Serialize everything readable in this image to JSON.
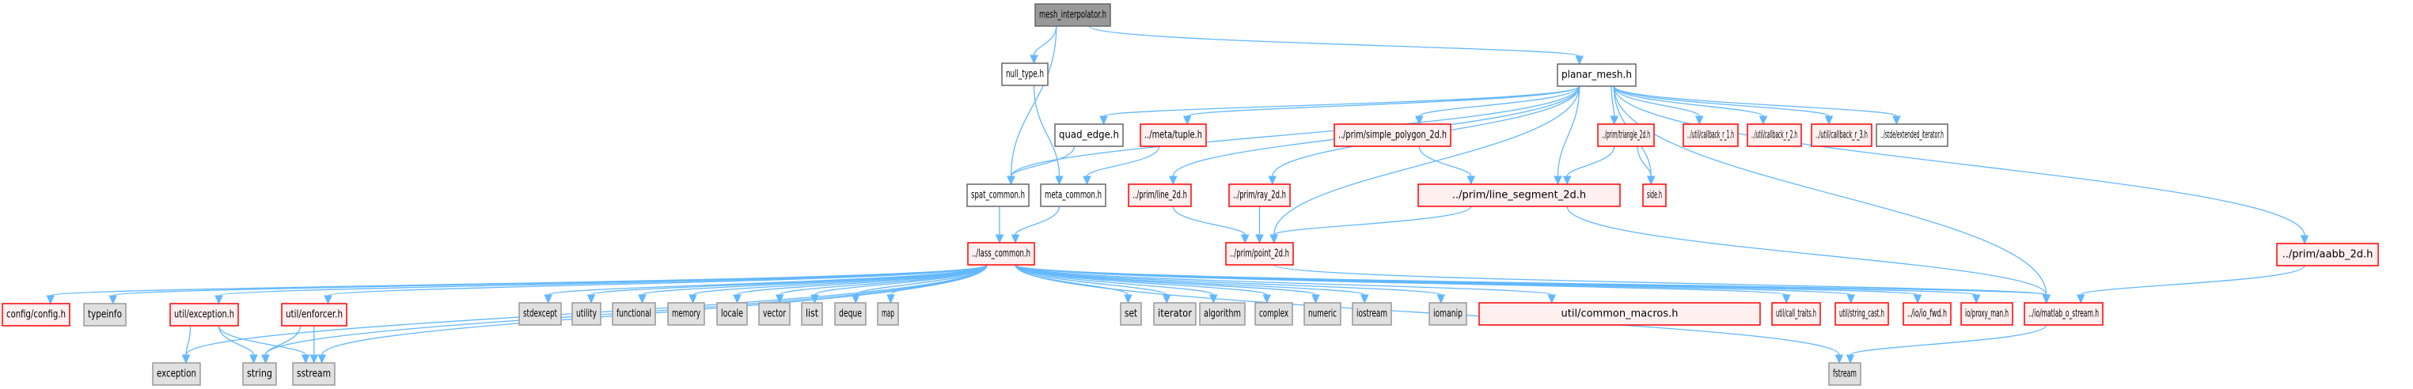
{
  "title": "mesh_interpolator.h include dependency graph",
  "colors": {
    "edge": "#63b8ff",
    "root_fill": "#999999",
    "root_stroke": "#666666",
    "local_fill": "#ffffff",
    "local_stroke": "#666666",
    "missing_fill": "#fff0f0",
    "missing_stroke": "#ff0000",
    "system_fill": "#e0e0e0",
    "system_stroke": "#999999"
  },
  "nodes": [
    {
      "id": "mesh_interpolator",
      "label": "mesh_interpolator.h",
      "kind": "root"
    },
    {
      "id": "null_type",
      "label": "null_type.h",
      "kind": "local"
    },
    {
      "id": "planar_mesh",
      "label": "planar_mesh.h",
      "kind": "local"
    },
    {
      "id": "quad_edge",
      "label": "quad_edge.h",
      "kind": "local"
    },
    {
      "id": "meta_tuple",
      "label": "../meta/tuple.h",
      "kind": "missing"
    },
    {
      "id": "simple_polygon_2d",
      "label": "../prim/simple_polygon_2d.h",
      "kind": "missing"
    },
    {
      "id": "triangle_2d",
      "label": "../prim/triangle_2d.h",
      "kind": "missing"
    },
    {
      "id": "callback_r_1",
      "label": "../util/callback_r_1.h",
      "kind": "missing"
    },
    {
      "id": "callback_r_2",
      "label": "../util/callback_r_2.h",
      "kind": "missing"
    },
    {
      "id": "callback_r_3",
      "label": "../util/callback_r_3.h",
      "kind": "missing"
    },
    {
      "id": "extended_iterator",
      "label": "../stde/extended_iterator.h",
      "kind": "local"
    },
    {
      "id": "spat_common",
      "label": "spat_common.h",
      "kind": "local"
    },
    {
      "id": "meta_common",
      "label": "meta_common.h",
      "kind": "local"
    },
    {
      "id": "line_2d",
      "label": "../prim/line_2d.h",
      "kind": "missing"
    },
    {
      "id": "ray_2d",
      "label": "../prim/ray_2d.h",
      "kind": "missing"
    },
    {
      "id": "line_segment_2d",
      "label": "../prim/line_segment_2d.h",
      "kind": "missing"
    },
    {
      "id": "side",
      "label": "side.h",
      "kind": "missing"
    },
    {
      "id": "aabb_2d",
      "label": "../prim/aabb_2d.h",
      "kind": "missing"
    },
    {
      "id": "lass_common",
      "label": "../lass_common.h",
      "kind": "missing"
    },
    {
      "id": "point_2d",
      "label": "../prim/point_2d.h",
      "kind": "missing"
    },
    {
      "id": "config",
      "label": "config/config.h",
      "kind": "missing"
    },
    {
      "id": "typeinfo",
      "label": "typeinfo",
      "kind": "system"
    },
    {
      "id": "util_exception",
      "label": "util/exception.h",
      "kind": "missing"
    },
    {
      "id": "util_enforcer",
      "label": "util/enforcer.h",
      "kind": "missing"
    },
    {
      "id": "stdexcept",
      "label": "stdexcept",
      "kind": "system"
    },
    {
      "id": "utility",
      "label": "utility",
      "kind": "system"
    },
    {
      "id": "functional",
      "label": "functional",
      "kind": "system"
    },
    {
      "id": "memory",
      "label": "memory",
      "kind": "system"
    },
    {
      "id": "locale",
      "label": "locale",
      "kind": "system"
    },
    {
      "id": "vector",
      "label": "vector",
      "kind": "system"
    },
    {
      "id": "list",
      "label": "list",
      "kind": "system"
    },
    {
      "id": "deque",
      "label": "deque",
      "kind": "system"
    },
    {
      "id": "map",
      "label": "map",
      "kind": "system"
    },
    {
      "id": "set",
      "label": "set",
      "kind": "system"
    },
    {
      "id": "iterator",
      "label": "iterator",
      "kind": "system"
    },
    {
      "id": "algorithm",
      "label": "algorithm",
      "kind": "system"
    },
    {
      "id": "complex",
      "label": "complex",
      "kind": "system"
    },
    {
      "id": "numeric",
      "label": "numeric",
      "kind": "system"
    },
    {
      "id": "iostream",
      "label": "iostream",
      "kind": "system"
    },
    {
      "id": "iomanip",
      "label": "iomanip",
      "kind": "system"
    },
    {
      "id": "common_macros",
      "label": "util/common_macros.h",
      "kind": "missing"
    },
    {
      "id": "call_traits",
      "label": "util/call_traits.h",
      "kind": "missing"
    },
    {
      "id": "string_cast",
      "label": "util/string_cast.h",
      "kind": "missing"
    },
    {
      "id": "io_fwd",
      "label": "../io/io_fwd.h",
      "kind": "missing"
    },
    {
      "id": "proxy_man",
      "label": "io/proxy_man.h",
      "kind": "missing"
    },
    {
      "id": "matlab_o_stream",
      "label": "../io/matlab_o_stream.h",
      "kind": "missing"
    },
    {
      "id": "exception",
      "label": "exception",
      "kind": "system"
    },
    {
      "id": "string",
      "label": "string",
      "kind": "system"
    },
    {
      "id": "sstream",
      "label": "sstream",
      "kind": "system"
    },
    {
      "id": "fstream",
      "label": "fstream",
      "kind": "system"
    }
  ],
  "edges": [
    [
      "mesh_interpolator",
      "null_type"
    ],
    [
      "mesh_interpolator",
      "planar_mesh"
    ],
    [
      "mesh_interpolator",
      "spat_common"
    ],
    [
      "null_type",
      "meta_common"
    ],
    [
      "planar_mesh",
      "quad_edge"
    ],
    [
      "planar_mesh",
      "meta_tuple"
    ],
    [
      "planar_mesh",
      "simple_polygon_2d"
    ],
    [
      "planar_mesh",
      "triangle_2d"
    ],
    [
      "planar_mesh",
      "callback_r_1"
    ],
    [
      "planar_mesh",
      "callback_r_2"
    ],
    [
      "planar_mesh",
      "callback_r_3"
    ],
    [
      "planar_mesh",
      "extended_iterator"
    ],
    [
      "planar_mesh",
      "spat_common"
    ],
    [
      "planar_mesh",
      "line_2d"
    ],
    [
      "planar_mesh",
      "ray_2d"
    ],
    [
      "planar_mesh",
      "line_segment_2d"
    ],
    [
      "planar_mesh",
      "side"
    ],
    [
      "planar_mesh",
      "point_2d"
    ],
    [
      "planar_mesh",
      "aabb_2d"
    ],
    [
      "planar_mesh",
      "matlab_o_stream"
    ],
    [
      "quad_edge",
      "spat_common"
    ],
    [
      "meta_tuple",
      "meta_common"
    ],
    [
      "simple_polygon_2d",
      "line_segment_2d"
    ],
    [
      "triangle_2d",
      "line_segment_2d"
    ],
    [
      "triangle_2d",
      "side"
    ],
    [
      "spat_common",
      "lass_common"
    ],
    [
      "meta_common",
      "lass_common"
    ],
    [
      "line_2d",
      "point_2d"
    ],
    [
      "ray_2d",
      "point_2d"
    ],
    [
      "line_segment_2d",
      "point_2d"
    ],
    [
      "line_segment_2d",
      "matlab_o_stream"
    ],
    [
      "point_2d",
      "matlab_o_stream"
    ],
    [
      "aabb_2d",
      "matlab_o_stream"
    ],
    [
      "lass_common",
      "config"
    ],
    [
      "lass_common",
      "typeinfo"
    ],
    [
      "lass_common",
      "exception"
    ],
    [
      "lass_common",
      "util_exception"
    ],
    [
      "lass_common",
      "string"
    ],
    [
      "lass_common",
      "util_enforcer"
    ],
    [
      "lass_common",
      "sstream"
    ],
    [
      "lass_common",
      "stdexcept"
    ],
    [
      "lass_common",
      "utility"
    ],
    [
      "lass_common",
      "functional"
    ],
    [
      "lass_common",
      "memory"
    ],
    [
      "lass_common",
      "locale"
    ],
    [
      "lass_common",
      "vector"
    ],
    [
      "lass_common",
      "list"
    ],
    [
      "lass_common",
      "deque"
    ],
    [
      "lass_common",
      "map"
    ],
    [
      "lass_common",
      "set"
    ],
    [
      "lass_common",
      "iterator"
    ],
    [
      "lass_common",
      "algorithm"
    ],
    [
      "lass_common",
      "complex"
    ],
    [
      "lass_common",
      "numeric"
    ],
    [
      "lass_common",
      "iostream"
    ],
    [
      "lass_common",
      "iomanip"
    ],
    [
      "lass_common",
      "common_macros"
    ],
    [
      "lass_common",
      "call_traits"
    ],
    [
      "lass_common",
      "string_cast"
    ],
    [
      "lass_common",
      "io_fwd"
    ],
    [
      "lass_common",
      "proxy_man"
    ],
    [
      "lass_common",
      "matlab_o_stream"
    ],
    [
      "lass_common",
      "fstream"
    ],
    [
      "util_exception",
      "exception"
    ],
    [
      "util_exception",
      "string"
    ],
    [
      "util_exception",
      "sstream"
    ],
    [
      "util_enforcer",
      "string"
    ],
    [
      "util_enforcer",
      "sstream"
    ],
    [
      "matlab_o_stream",
      "fstream"
    ]
  ]
}
